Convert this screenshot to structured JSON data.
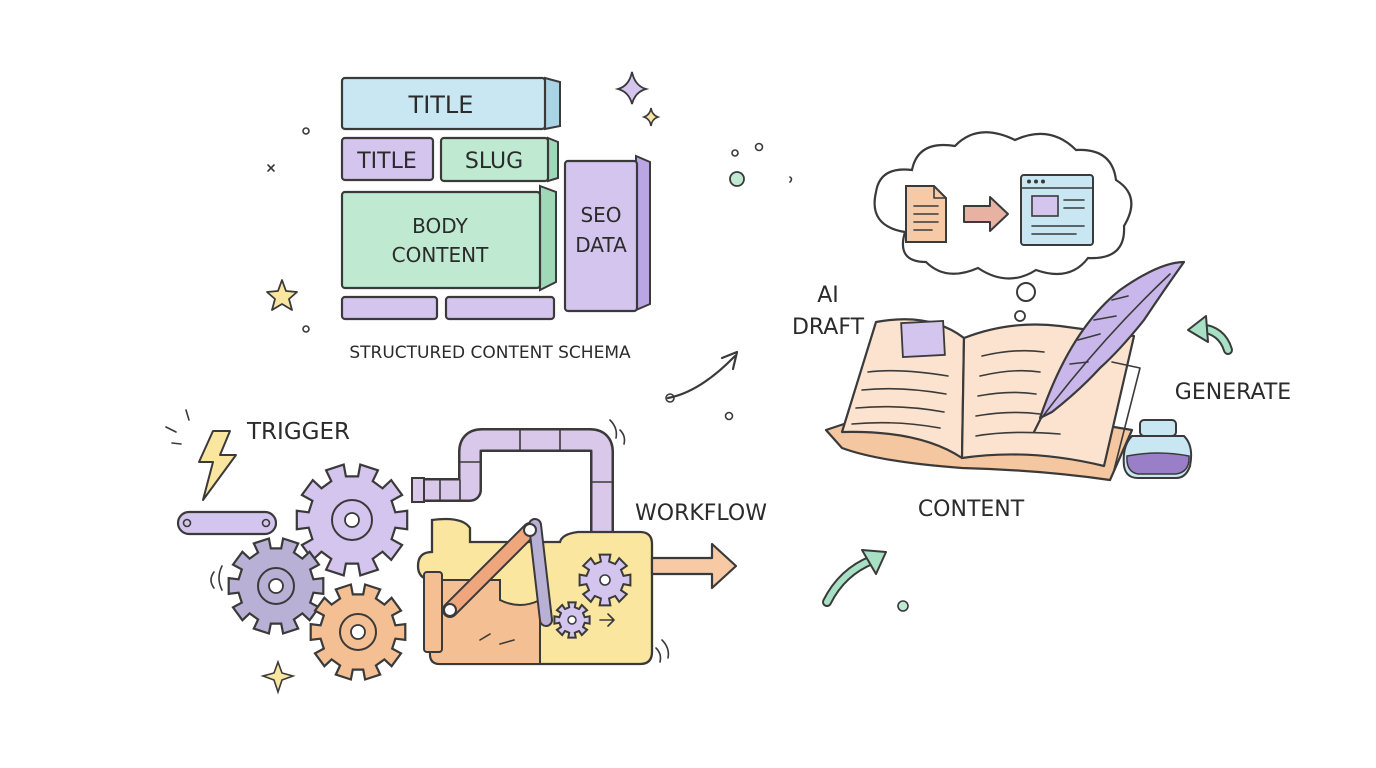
{
  "colors": {
    "ink": "#3a3a3a",
    "blue": "#c9e7f3",
    "green": "#bfe9d1",
    "purple": "#d4c5ef",
    "orange": "#f7c9a4",
    "yellow": "#fbe6a0",
    "page": "#fbe3cf"
  },
  "schema": {
    "header_title": "TITLE",
    "field_title": "TITLE",
    "field_slug": "SLUG",
    "body_line1": "BODY",
    "body_line2": "CONTENT",
    "seo_line1": "SEO",
    "seo_line2": "DATA",
    "caption": "STRUCTURED CONTENT SCHEMA"
  },
  "workflow": {
    "trigger_label": "TRIGGER",
    "workflow_label": "WORKFLOW",
    "icons": [
      "lightning-icon",
      "gear-icon",
      "pipe-icon",
      "machine-icon",
      "arrow-right-icon"
    ]
  },
  "content": {
    "ai_line1": "AI",
    "ai_line2": "DRAFT",
    "generate_label": "GENERATE",
    "content_label": "CONTENT",
    "icons": [
      "cloud-icon",
      "document-icon",
      "browser-window-icon",
      "open-book-icon",
      "quill-icon",
      "ink-bottle-icon",
      "refresh-arrow-icon"
    ]
  }
}
